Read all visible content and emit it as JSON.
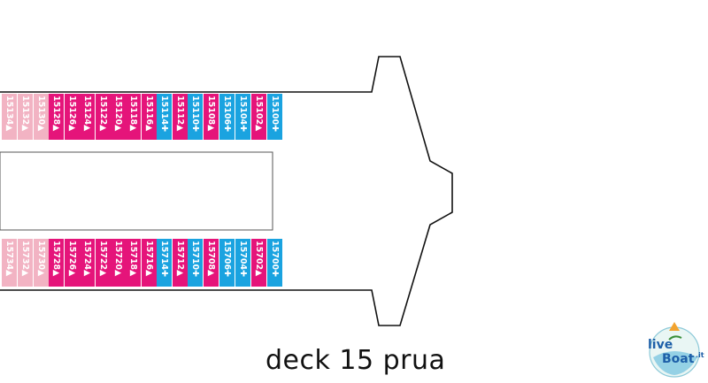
{
  "caption": "deck 15 prua",
  "logo": {
    "text1": "live",
    "text2": "Boat",
    "suffix": ".it"
  },
  "colors": {
    "magenta": "#e5147a",
    "cyan": "#1aa3e0",
    "pink": "#f2b3c3",
    "outline": "#111111"
  },
  "top_row": [
    {
      "number": "15134",
      "symbol": "▲",
      "color": "pink"
    },
    {
      "number": "15132",
      "symbol": "▲",
      "color": "pink"
    },
    {
      "number": "15130",
      "symbol": "▲",
      "color": "pink"
    },
    {
      "number": "15128",
      "symbol": "▲",
      "color": "magenta"
    },
    {
      "number": "15126",
      "symbol": "▲",
      "color": "magenta"
    },
    {
      "number": "15124",
      "symbol": "▲",
      "color": "magenta"
    },
    {
      "number": "15122",
      "symbol": "▲",
      "color": "magenta"
    },
    {
      "number": "15120",
      "symbol": "▲",
      "color": "magenta"
    },
    {
      "number": "15118",
      "symbol": "▲",
      "color": "magenta"
    },
    {
      "number": "15116",
      "symbol": "▲",
      "color": "magenta"
    },
    {
      "number": "15114",
      "symbol": "✚",
      "color": "cyan"
    },
    {
      "number": "15112",
      "symbol": "▲",
      "color": "magenta"
    },
    {
      "number": "15110",
      "symbol": "✚",
      "color": "cyan"
    },
    {
      "number": "15108",
      "symbol": "▲",
      "color": "magenta"
    },
    {
      "number": "15106",
      "symbol": "✚",
      "color": "cyan"
    },
    {
      "number": "15104",
      "symbol": "✚",
      "color": "cyan"
    },
    {
      "number": "15102",
      "symbol": "▲",
      "color": "magenta"
    },
    {
      "number": "15100",
      "symbol": "✚",
      "color": "cyan"
    }
  ],
  "bottom_row": [
    {
      "number": "15734",
      "symbol": "▲",
      "color": "pink"
    },
    {
      "number": "15732",
      "symbol": "▲",
      "color": "pink"
    },
    {
      "number": "15730",
      "symbol": "▲",
      "color": "pink"
    },
    {
      "number": "15728",
      "symbol": "▲",
      "color": "magenta"
    },
    {
      "number": "15726",
      "symbol": "▲",
      "color": "magenta"
    },
    {
      "number": "15724",
      "symbol": "▲",
      "color": "magenta"
    },
    {
      "number": "15722",
      "symbol": "▲",
      "color": "magenta"
    },
    {
      "number": "15720",
      "symbol": "▲",
      "color": "magenta"
    },
    {
      "number": "15718",
      "symbol": "▲",
      "color": "magenta"
    },
    {
      "number": "15716",
      "symbol": "▲",
      "color": "magenta"
    },
    {
      "number": "15714",
      "symbol": "✚",
      "color": "cyan"
    },
    {
      "number": "15712",
      "symbol": "▲",
      "color": "magenta"
    },
    {
      "number": "15710",
      "symbol": "✚",
      "color": "cyan"
    },
    {
      "number": "15708",
      "symbol": "▲",
      "color": "magenta"
    },
    {
      "number": "15706",
      "symbol": "✚",
      "color": "cyan"
    },
    {
      "number": "15704",
      "symbol": "✚",
      "color": "cyan"
    },
    {
      "number": "15702",
      "symbol": "▲",
      "color": "magenta"
    },
    {
      "number": "15700",
      "symbol": "✚",
      "color": "cyan"
    }
  ]
}
